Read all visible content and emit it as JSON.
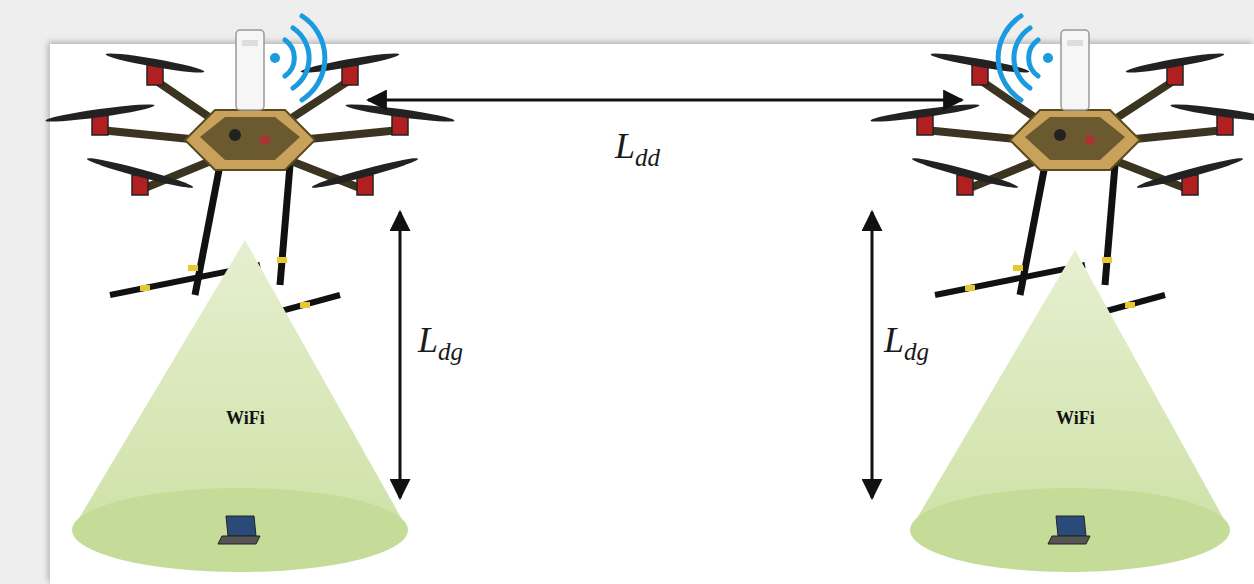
{
  "diagram": {
    "nodes": [
      {
        "text": [
          "WiFi"
        ]
      },
      {
        "text": [
          "WiFi"
        ]
      }
    ],
    "labels": [
      "Ldd",
      "Ldg",
      "Ldg"
    ]
  }
}
